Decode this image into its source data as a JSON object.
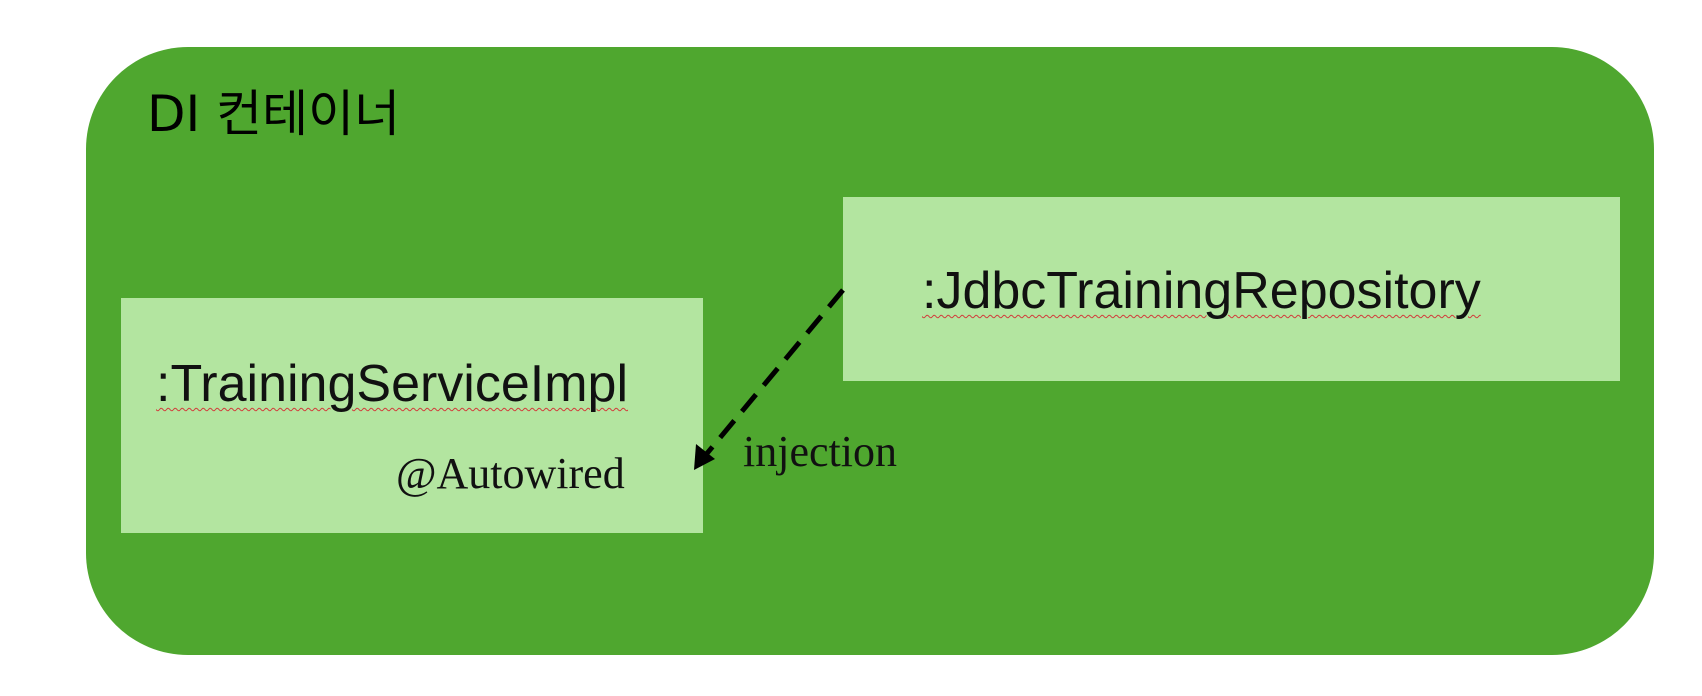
{
  "container": {
    "title": "DI 컨테이너",
    "fill_color": "#4fa72f"
  },
  "beans": {
    "service": {
      "label": ":TrainingServiceImpl",
      "annotation": "@Autowired"
    },
    "repository": {
      "label": ":JdbcTrainingRepository"
    },
    "fill_color": "#b3e5a0"
  },
  "edge": {
    "label": "injection",
    "style": "dashed",
    "from": "repository",
    "to": "service"
  }
}
